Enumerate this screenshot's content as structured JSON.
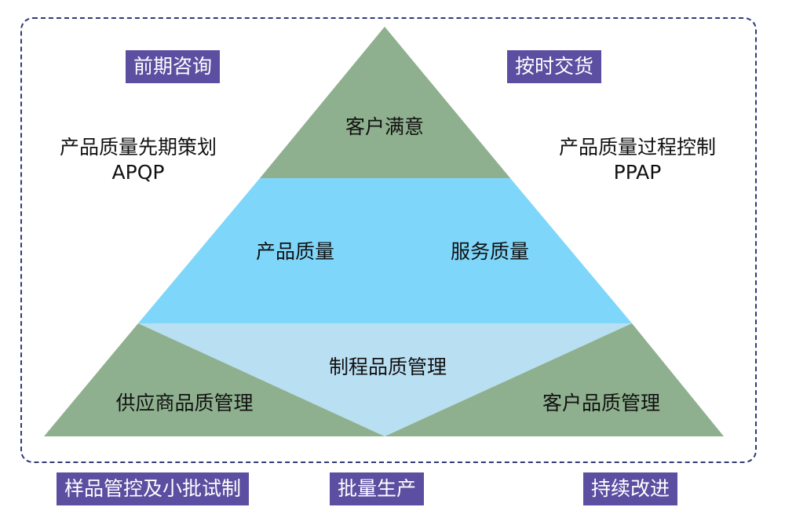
{
  "labels": {
    "top_left": "前期咨询",
    "top_right": "按时交货",
    "bottom_left": "样品管控及小批试制",
    "bottom_center": "批量生产",
    "bottom_right": "持续改进"
  },
  "left_note": {
    "line1": "产品质量先期策划",
    "line2": "APQP"
  },
  "right_note": {
    "line1": "产品质量过程控制",
    "line2": "PPAP"
  },
  "pyramid": {
    "top": "客户满意",
    "middle_left": "产品质量",
    "middle_right": "服务质量",
    "center_lower": "制程品质管理",
    "bottom_left": "供应商品质管理",
    "bottom_right": "客户品质管理"
  },
  "colors": {
    "green": "#8eb08e",
    "blue": "#7fd6fb",
    "light_blue": "#b9dff2",
    "label_bg": "#5c4ea0",
    "frame": "#2f3a7a"
  }
}
